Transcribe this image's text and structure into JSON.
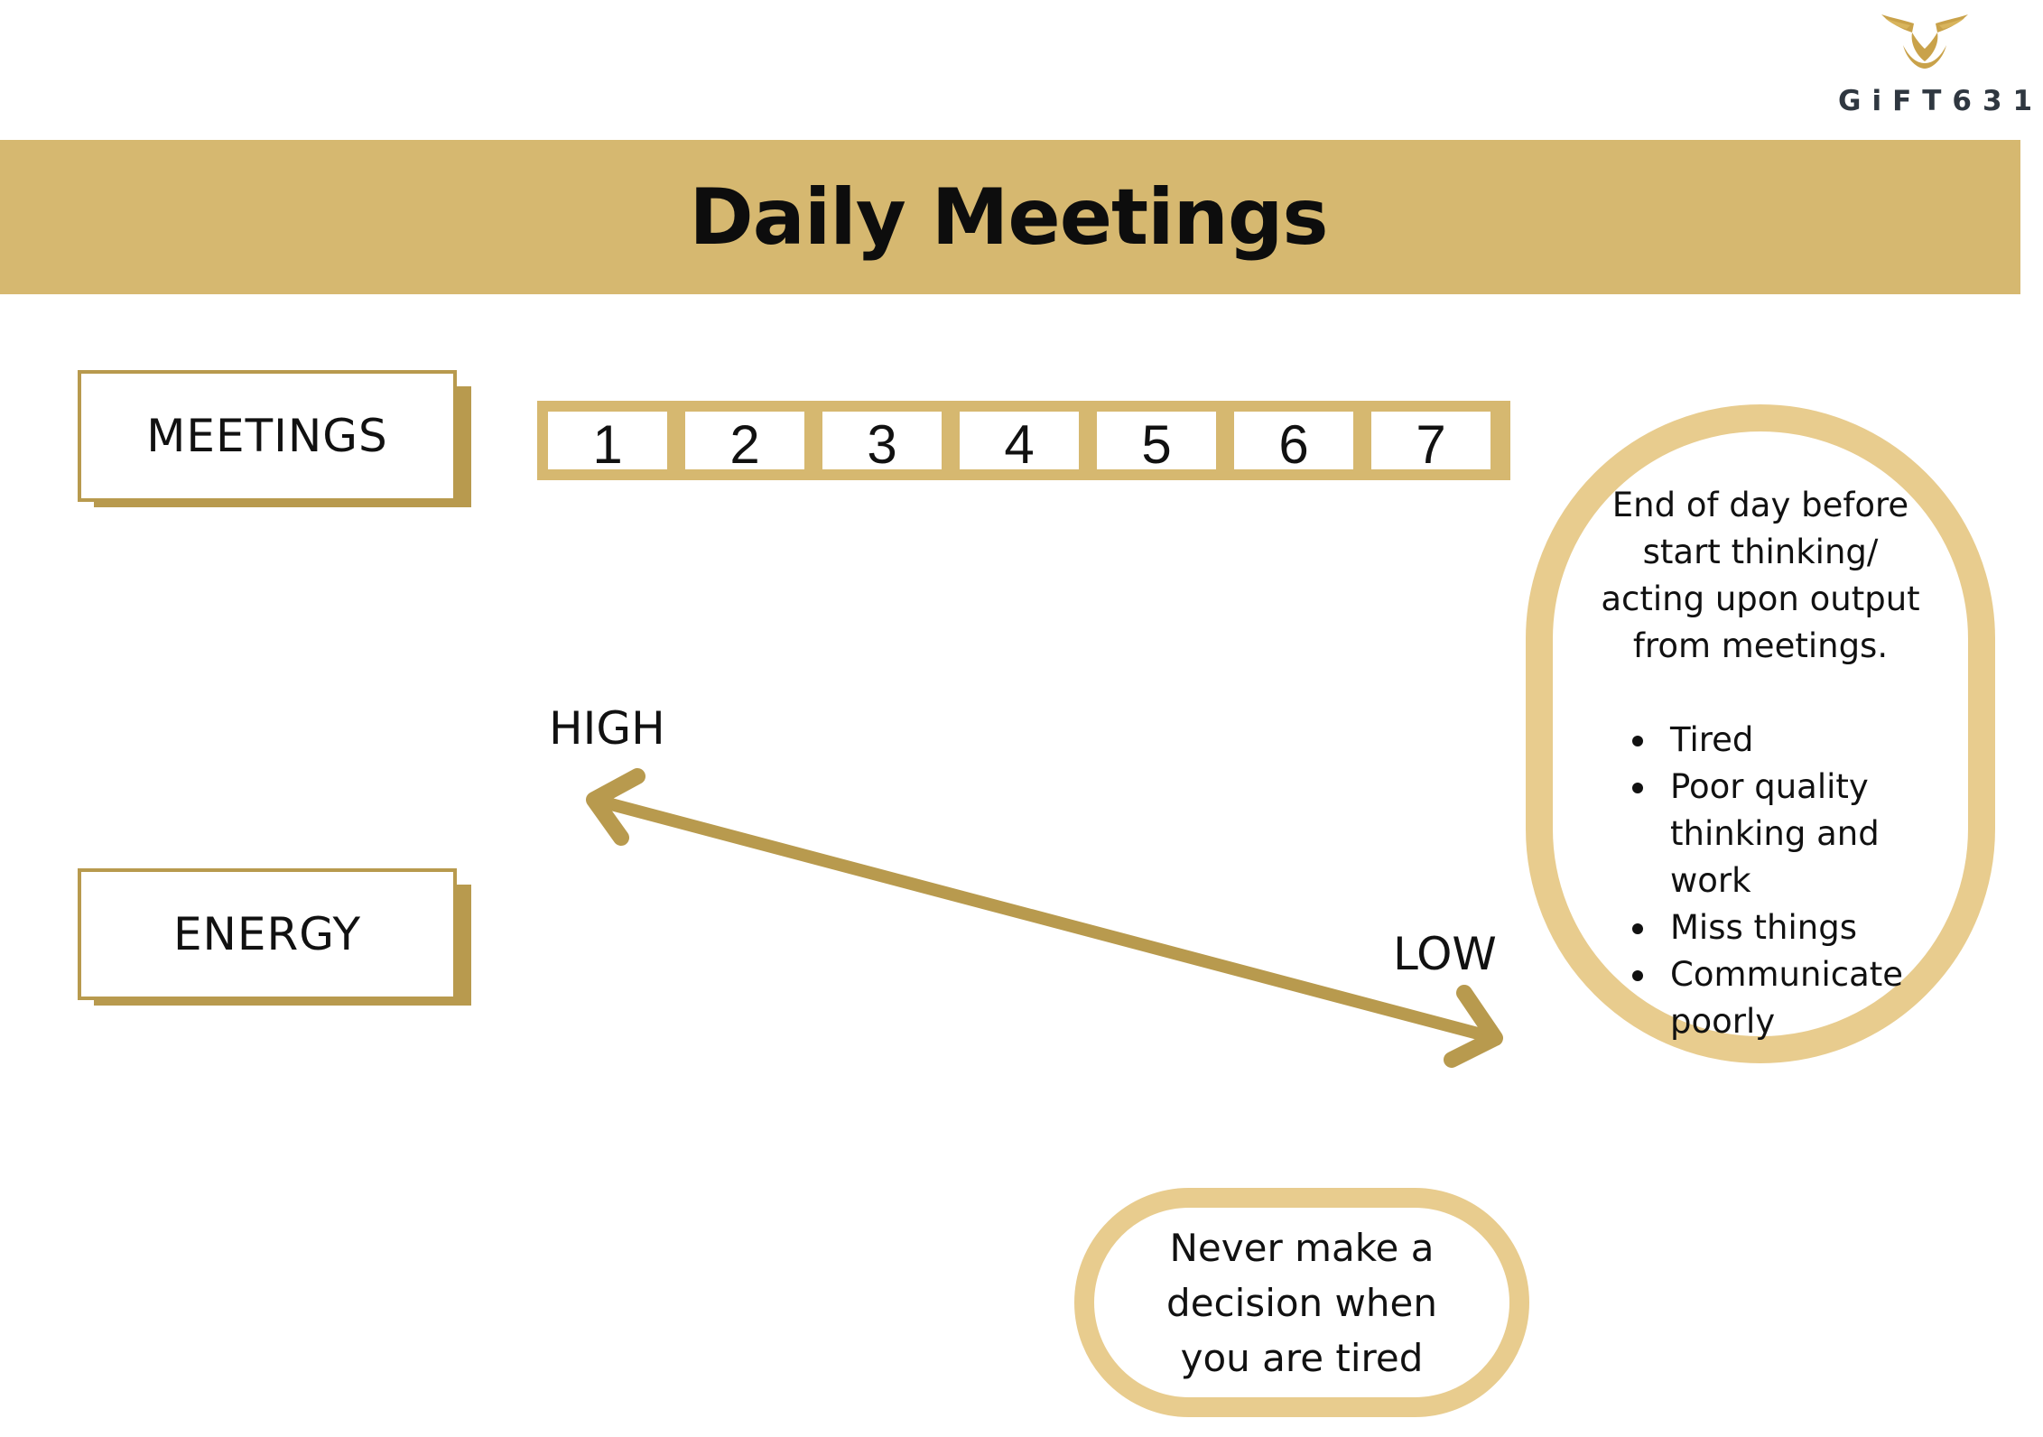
{
  "brand": {
    "logo_icon": "winged-emblem-icon",
    "logo_text": "GiFT631"
  },
  "colors": {
    "band": "#d6b870",
    "box_border": "#b89a4e",
    "arrow": "#b89a4e",
    "callout_border": "#e8cc8e"
  },
  "title": "Daily Meetings",
  "labels": {
    "meetings": "MEETINGS",
    "energy": "ENERGY"
  },
  "scale": {
    "steps": [
      "1",
      "2",
      "3",
      "4",
      "5",
      "6",
      "7"
    ]
  },
  "energy_arrow": {
    "high_label": "HIGH",
    "low_label": "LOW"
  },
  "callout": {
    "heading_lines": [
      "End of day before",
      "start thinking/",
      "acting upon output",
      "from meetings."
    ],
    "bullets": [
      "Tired",
      "Poor quality thinking and work",
      "Miss things",
      "Communicate poorly"
    ]
  },
  "note": {
    "lines": [
      "Never make a",
      "decision when",
      "you are tired"
    ]
  }
}
